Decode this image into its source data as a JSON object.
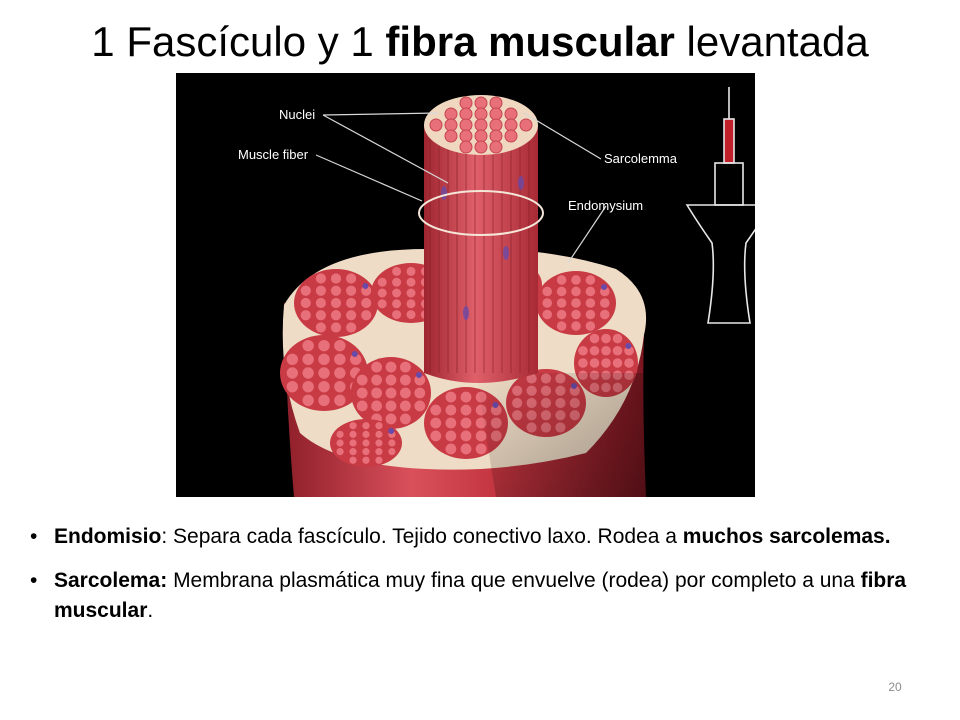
{
  "slide": {
    "title": {
      "part1": "1 Fascículo y 1 ",
      "bold": "fibra muscular",
      "part2": " levantada"
    },
    "figure": {
      "labels": {
        "nuclei": "Nuclei",
        "muscle_fiber": "Muscle fiber",
        "sarcolemma": "Sarcolemma",
        "endomysium": "Endomysium"
      },
      "colors": {
        "background": "#000000",
        "fiber_red": "#c83a44",
        "fiber_light": "#e8707a",
        "connective": "#f0dcc8",
        "nuclei": "#6a4aa8"
      }
    },
    "bullets": [
      {
        "term": "Endomisio",
        "sep": ":",
        "text": "  Separa cada fascículo.  Tejido conectivo laxo.  Rodea a ",
        "bold_end": "muchos sarcolemas."
      },
      {
        "term": "Sarcolema:",
        "text": "   Membrana plasmática muy fina que envuelve (rodea) por completo a una ",
        "bold_end": "fibra muscular",
        "end": "."
      }
    ],
    "slide_number": "20"
  }
}
